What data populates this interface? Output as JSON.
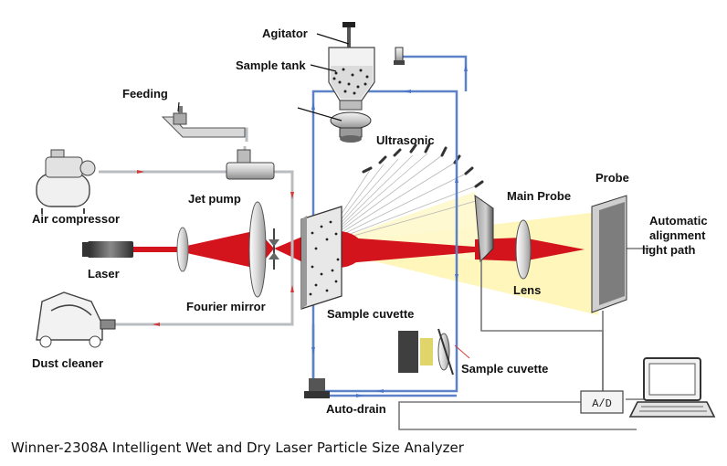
{
  "labels": {
    "agitator": "Agitator",
    "sample_tank": "Sample tank",
    "feeding": "Feeding",
    "ultrasonic": "Ultrasonic",
    "jet_pump": "Jet pump",
    "air_compressor": "Air compressor",
    "laser": "Laser",
    "fourier_mirror": "Fourier mirror",
    "dust_cleaner": "Dust cleaner",
    "sample_cuvette_main": "Sample cuvette",
    "sample_cuvette_small": "Sample cuvette",
    "auto_drain": "Auto-drain",
    "main_probe": "Main Probe",
    "probe": "Probe",
    "lens": "Lens",
    "alignment_line1": "Automatic",
    "alignment_line2": "alignment",
    "alignment_line3": "light path",
    "ad_converter": "A/D"
  },
  "caption": "Winner-2308A Intelligent Wet and Dry Laser Particle Size Analyzer",
  "colors": {
    "laser_red": "#d4141c",
    "scatter_yellow": "#fff5b8",
    "water_pipe": "#5c82c8",
    "air_pipe": "#b9bcc0",
    "flow_arrow": "#d23a3a"
  }
}
